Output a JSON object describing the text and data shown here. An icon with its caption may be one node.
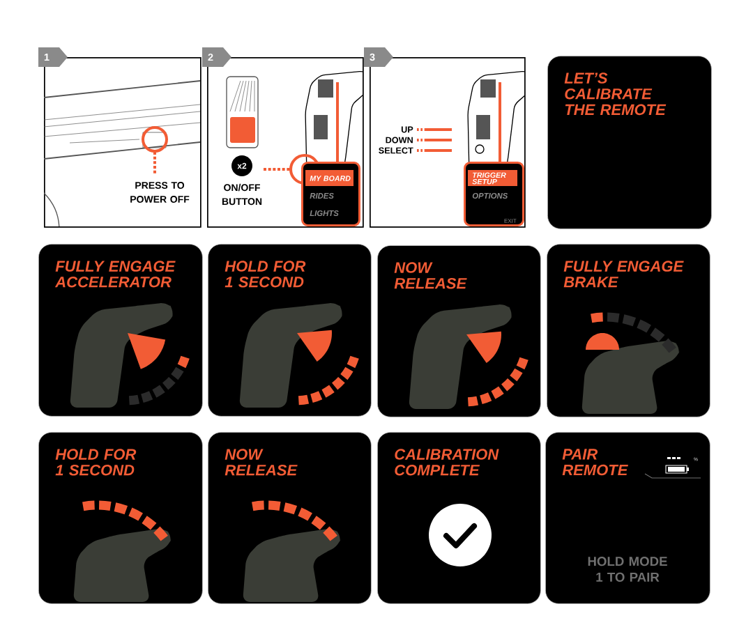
{
  "diagram": {
    "nodes": [
      {
        "text": [
          "1",
          "PRESS TO POWER OFF"
        ]
      },
      {
        "text": [
          "2",
          "ON/OFF BUTTON"
        ]
      },
      {
        "text": [
          "x2"
        ],
        "in": 1
      },
      {
        "text": [
          "MY BOARD",
          "RIDES",
          "LIGHTS"
        ],
        "in": 1
      },
      {
        "text": [
          "3",
          "UP",
          "DOWN",
          "SELECT"
        ]
      },
      {
        "text": [
          "TRIGGER SETUP",
          "OPTIONS",
          "EXIT"
        ],
        "in": 4
      },
      {
        "text": [
          "LET’S CALIBRATE THE REMOTE"
        ]
      },
      {
        "text": [
          "FULLY ENGAGE ACCELERATOR"
        ]
      },
      {
        "text": [
          "HOLD FOR 1 SECOND"
        ]
      },
      {
        "text": [
          "NOW RELEASE"
        ]
      },
      {
        "text": [
          "FULLY ENGAGE BRAKE"
        ]
      },
      {
        "text": [
          "HOLD FOR 1 SECOND"
        ]
      },
      {
        "text": [
          "NOW RELEASE"
        ]
      },
      {
        "text": [
          "CALIBRATION COMPLETE"
        ]
      },
      {
        "text": [
          "PAIR REMOTE",
          "%",
          "HOLD MODE 1 TO PAIR"
        ]
      }
    ]
  }
}
